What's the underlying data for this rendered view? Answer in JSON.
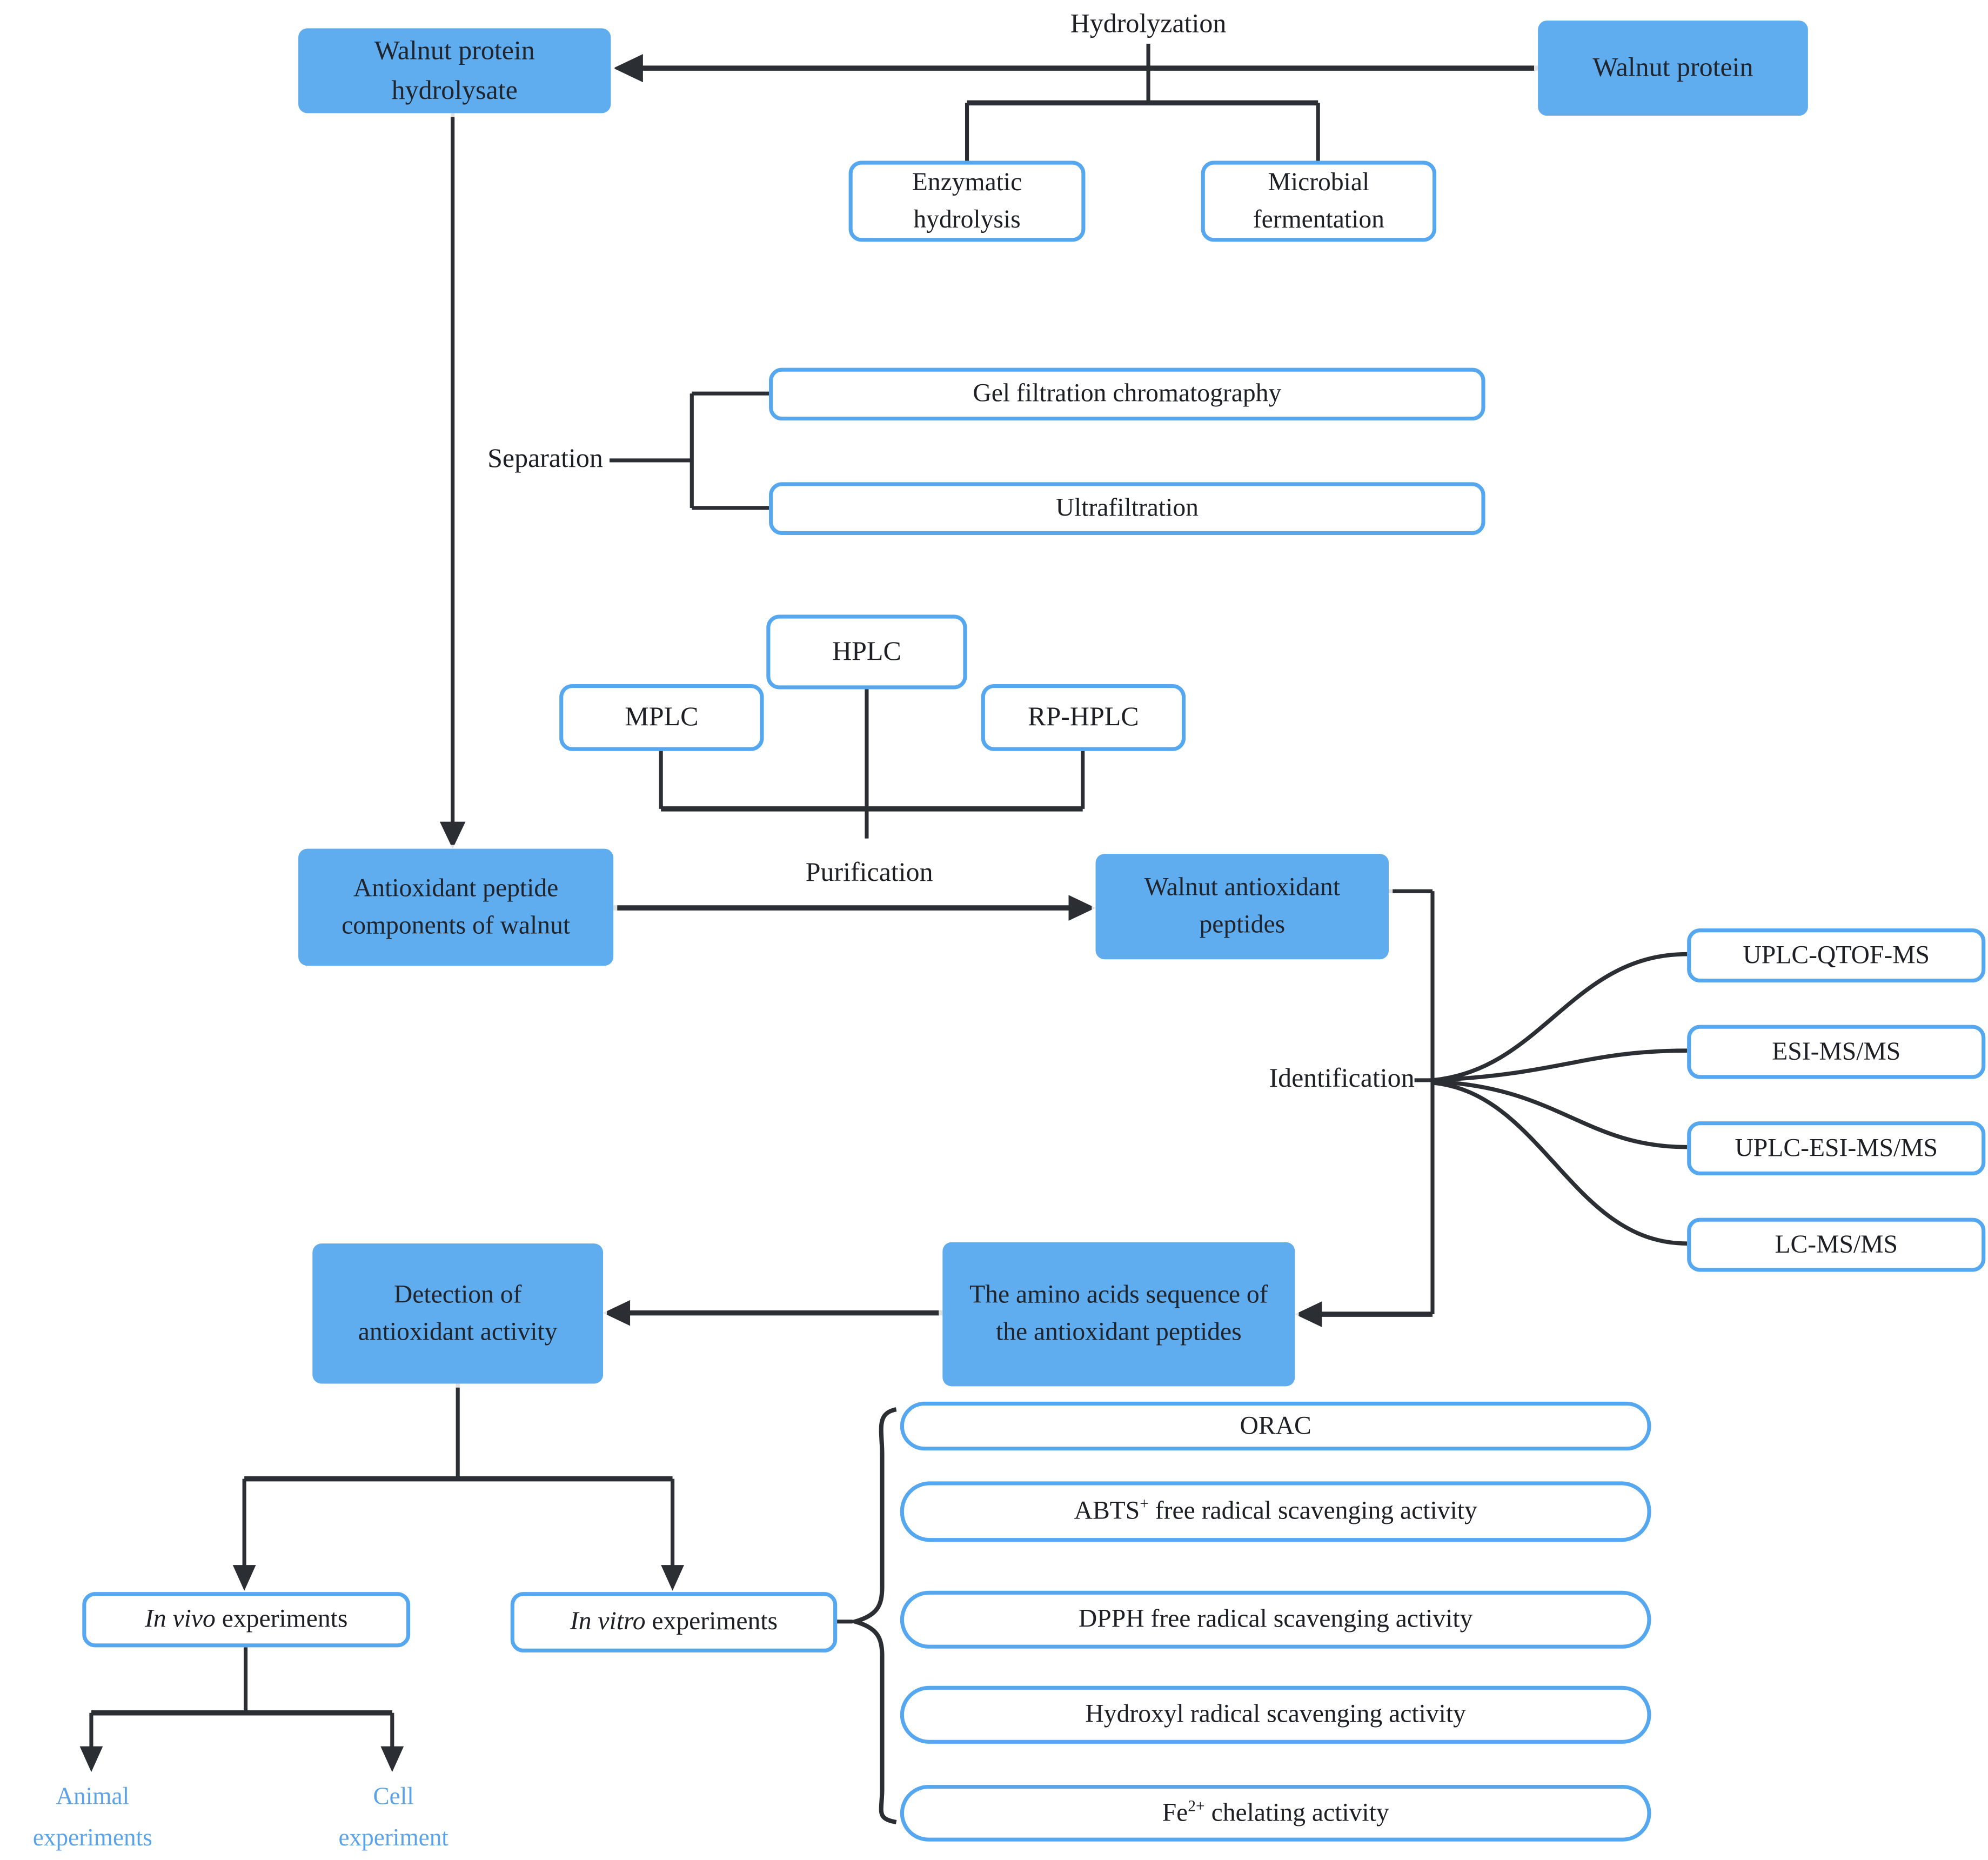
{
  "colors": {
    "node_fill": "#5fadee",
    "node_border": "#55a7f0",
    "connector": "#2b2e33",
    "highlight_text": "#5aa3e9"
  },
  "nodes": {
    "walnut_protein": "Walnut protein",
    "walnut_protein_hydrolysate": "Walnut protein hydrolysate",
    "enzymatic_hydrolysis": "Enzymatic hydrolysis",
    "microbial_fermentation": "Microbial fermentation",
    "gel_filtration_chromatography": "Gel filtration chromatography",
    "ultrafiltration": "Ultrafiltration",
    "mplc": "MPLC",
    "hplc": "HPLC",
    "rp_hplc": "RP-HPLC",
    "antioxidant_peptide_components": "Antioxidant peptide components of walnut",
    "walnut_antioxidant_peptides": "Walnut antioxidant peptides",
    "amino_acids_sequence": "The amino acids sequence of the antioxidant peptides",
    "detection_antioxidant_activity": "Detection of antioxidant activity",
    "in_vivo": {
      "italic": "In vivo",
      "rest": " experiments"
    },
    "in_vitro": {
      "italic": "In vitro",
      "rest": " experiments"
    },
    "animal_experiments": "Animal experiments",
    "cell_experiment": "Cell experiment"
  },
  "labels": {
    "hydrolyzation": "Hydrolyzation",
    "separation": "Separation",
    "purification": "Purification",
    "identification": "Identification"
  },
  "identification_methods": [
    "UPLC-QTOF-MS",
    "ESI-MS/MS",
    "UPLC-ESI-MS/MS",
    "LC-MS/MS"
  ],
  "assays": [
    {
      "pre": "ORAC",
      "sup": "",
      "post": ""
    },
    {
      "pre": "ABTS",
      "sup": "+",
      "post": " free radical scavenging activity"
    },
    {
      "pre": "DPPH free radical scavenging activity",
      "sup": "",
      "post": ""
    },
    {
      "pre": "Hydroxyl radical scavenging activity",
      "sup": "",
      "post": ""
    },
    {
      "pre": "Fe",
      "sup": "2+",
      "post": " chelating activity"
    }
  ]
}
